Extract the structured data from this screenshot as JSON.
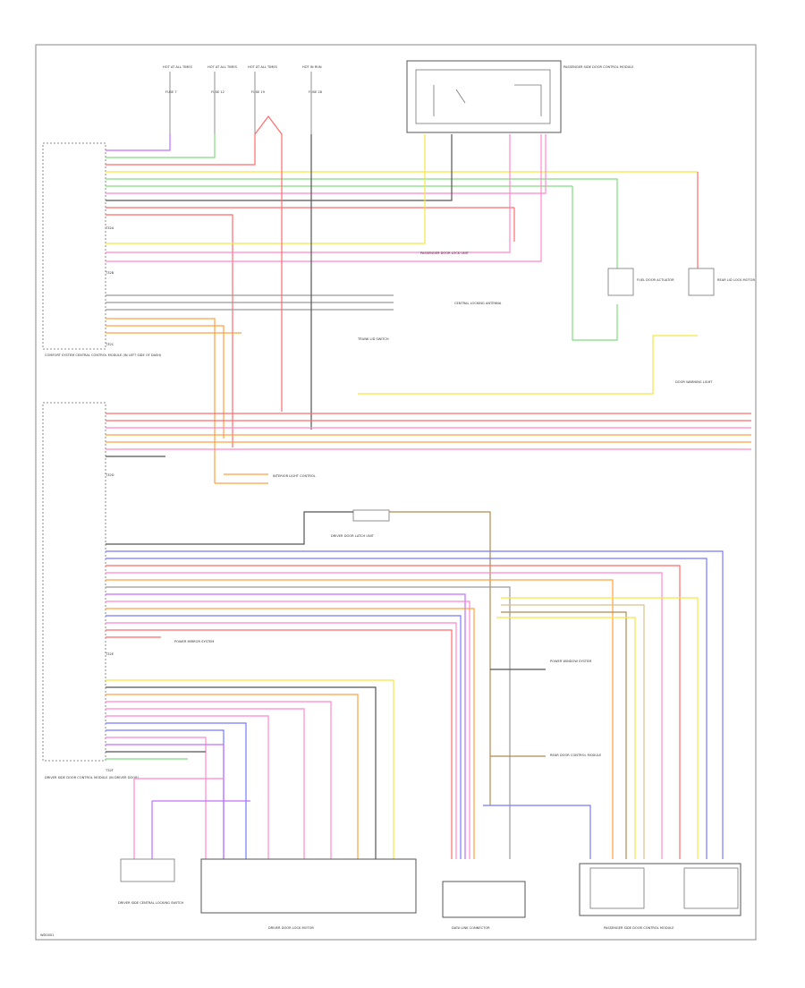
{
  "connectors": {
    "c1": "T32A",
    "c2": "T32B",
    "c3": "T32C",
    "c4": "T32D",
    "c5": "T32E",
    "c6": "T32F"
  },
  "fuses": [
    {
      "hot": "HOT AT ALL TIMES",
      "name": "FUSE 7"
    },
    {
      "hot": "HOT AT ALL TIMES",
      "name": "FUSE 12"
    },
    {
      "hot": "HOT AT ALL TIMES",
      "name": "FUSE 19"
    },
    {
      "hot": "HOT IN RUN",
      "name": "FUSE 28"
    }
  ],
  "modules": {
    "left_module": "COMFORT SYSTEM CENTRAL CONTROL MODULE (IN LEFT SIDE OF DASH)",
    "lower_module": "DRIVER SIDE DOOR CONTROL MODULE (IN DRIVER DOOR)",
    "top_right_module": "PASSENGER SIDE DOOR CONTROL MODULE",
    "driver_switch": "DRIVER SIDE CENTRAL LOCKING SWITCH",
    "driver_door_lock": "DRIVER DOOR LATCH UNIT",
    "door_lock_actuator": "DRIVER DOOR LOCK MOTOR",
    "passenger_lock": "PASSENGER DOOR LOCK UNIT",
    "trunk_switch": "TRUNK LID SWITCH",
    "fuel_door": "FUEL DOOR ACTUATOR",
    "rear_lid": "REAR LID LOCK MOTOR",
    "central_locking_antenna": "CENTRAL LOCKING ANTENNA",
    "diag": "DATA LINK CONNECTOR",
    "interior_light": "INTERIOR LIGHT CONTROL",
    "mirror": "POWER MIRROR SYSTEM",
    "window_regulator": "POWER WINDOW SYSTEM",
    "door_warning": "DOOR WARNING LIGHT",
    "rear_door": "REAR DOOR CONTROL MODULE"
  },
  "footer_code": "WD0001",
  "colors": {
    "red": "#ff6b6b",
    "pink": "#ff88cc",
    "yellow": "#f5e642",
    "green": "#7fdc7f",
    "blue": "#7878ff",
    "violet": "#c070ff",
    "orange": "#ffa040",
    "brown": "#b08a50",
    "gray": "#9a9a9a",
    "black": "#333333",
    "tan": "#d8c08a"
  }
}
